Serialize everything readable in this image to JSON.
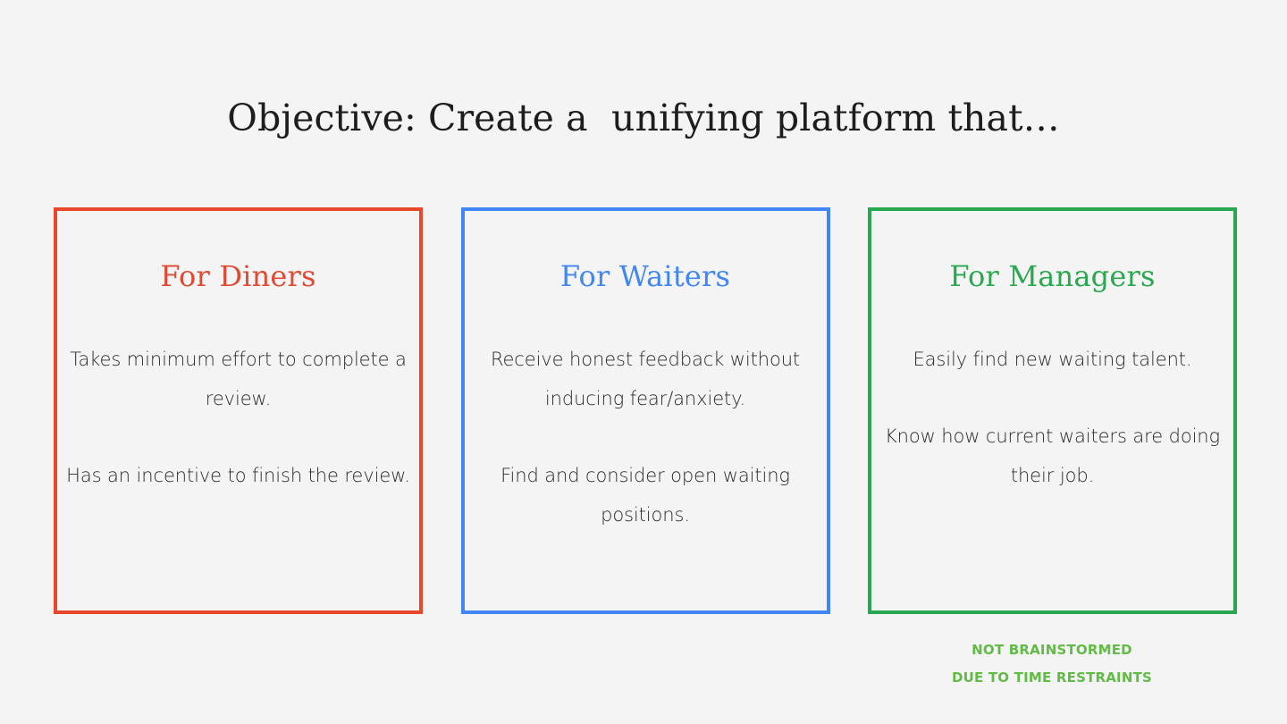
{
  "slide": {
    "title": "Objective: Create a  unifying platform that…",
    "background_color": "#f4f4f4",
    "body_text_color": "#2b2b2b"
  },
  "cards": [
    {
      "heading": "For Diners",
      "accent_color": "#e8472c",
      "heading_color": "#e04a32",
      "paragraphs": [
        "Takes minimum effort to complete a review.",
        "Has an incentive to finish the review."
      ]
    },
    {
      "heading": "For Waiters",
      "accent_color": "#4285f4",
      "heading_color": "#4285f4",
      "paragraphs": [
        "Receive honest feedback without inducing fear/anxiety.",
        "Find and consider open waiting positions."
      ]
    },
    {
      "heading": "For Managers",
      "accent_color": "#27a850",
      "heading_color": "#2aa84f",
      "paragraphs": [
        "Easily find new waiting talent.",
        "Know how current waiters are doing their job."
      ]
    }
  ],
  "footnote": {
    "color": "#62bb46",
    "line1": "NOT BRAINSTORMED",
    "line2": "DUE TO TIME RESTRAINTS"
  }
}
